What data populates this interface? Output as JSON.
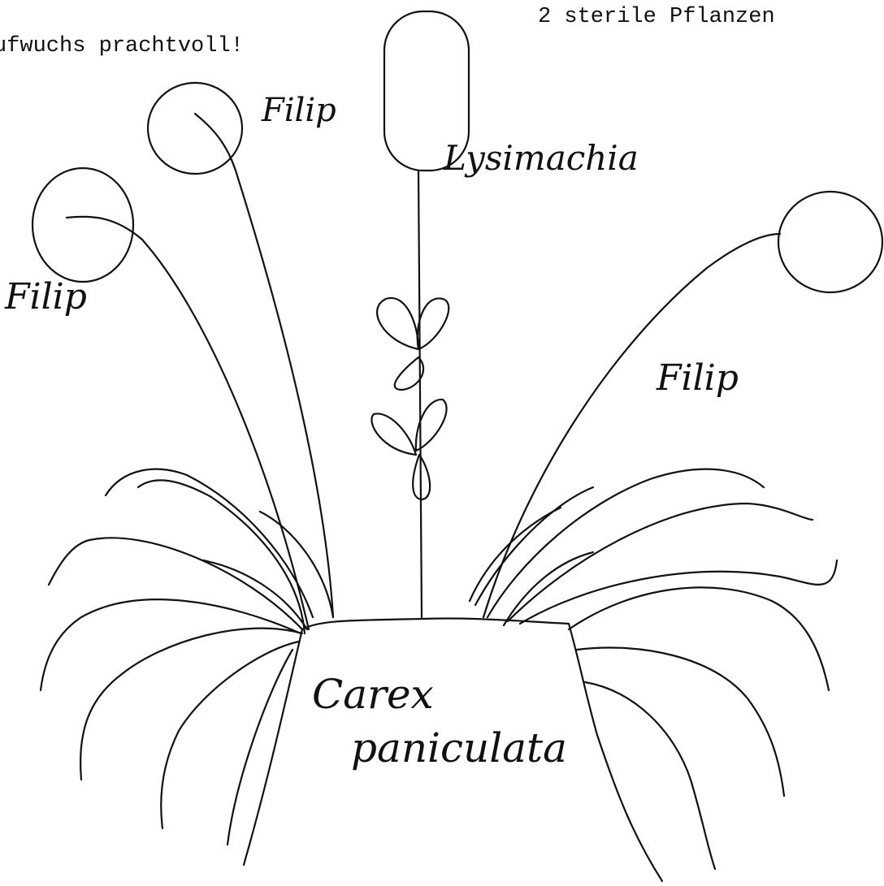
{
  "notes": {
    "left": "ufwuchs prachtvoll!",
    "right": "2 sterile Pflanzen"
  },
  "labels": {
    "filip_top": "Filip",
    "filip_left": "Filip",
    "filip_right": "Filip",
    "lysimachia": "Lysimachia",
    "carex_line1": "Carex",
    "carex_line2": "paniculata"
  }
}
